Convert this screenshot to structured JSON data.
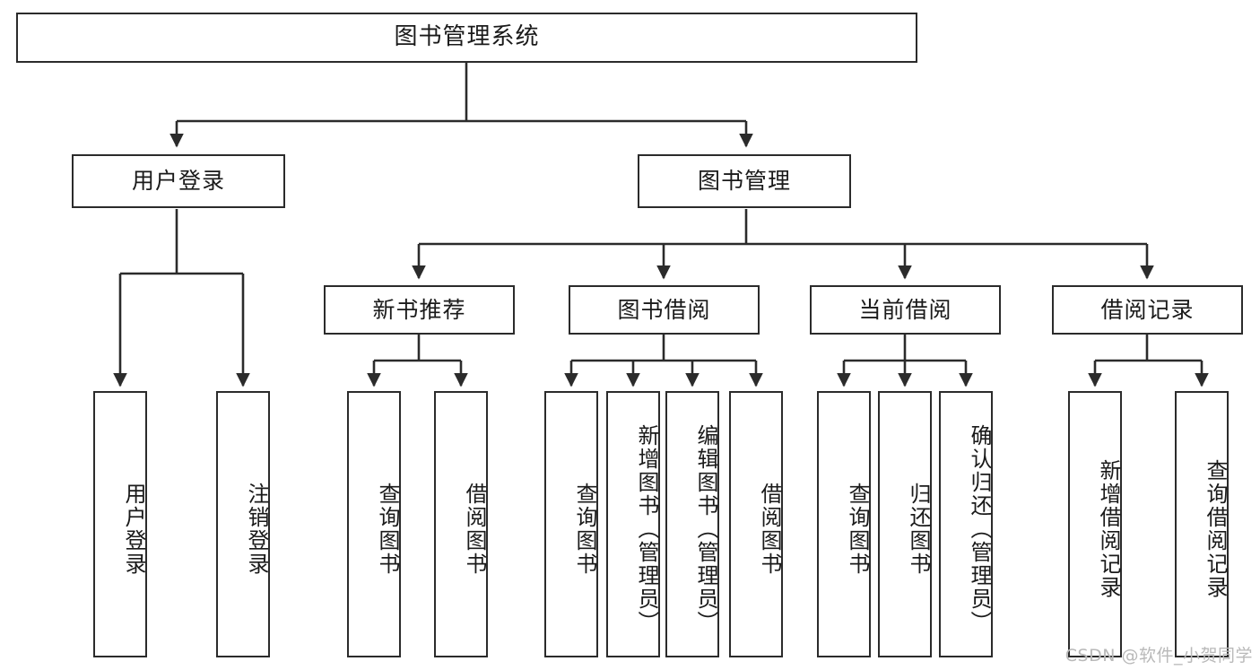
{
  "diagram": {
    "title": "图书管理系统",
    "type": "tree-hierarchy-functional-decomposition",
    "watermark": "CSDN @软件_小贺同学"
  },
  "nodes": {
    "root": {
      "label": "图书管理系统"
    },
    "level1": [
      {
        "id": "user-login",
        "label": "用户登录"
      },
      {
        "id": "book-manage",
        "label": "图书管理"
      }
    ],
    "level2": [
      {
        "id": "new-book-recommend",
        "label": "新书推荐"
      },
      {
        "id": "book-borrow",
        "label": "图书借阅"
      },
      {
        "id": "current-borrow",
        "label": "当前借阅"
      },
      {
        "id": "borrow-record",
        "label": "借阅记录"
      }
    ],
    "leaves": {
      "user_login": [
        {
          "id": "leaf-user-login",
          "label": "用户登录"
        },
        {
          "id": "leaf-user-logout",
          "label": "注销登录"
        }
      ],
      "new_book_recommend": [
        {
          "id": "leaf-query-book-1",
          "label": "查询图书"
        },
        {
          "id": "leaf-borrow-book-1",
          "label": "借阅图书"
        }
      ],
      "book_borrow": [
        {
          "id": "leaf-query-book-2",
          "label": "查询图书"
        },
        {
          "id": "leaf-add-book",
          "label": "新增图书（管理员）"
        },
        {
          "id": "leaf-edit-book",
          "label": "编辑图书（管理员）"
        },
        {
          "id": "leaf-borrow-book-2",
          "label": "借阅图书"
        }
      ],
      "current_borrow": [
        {
          "id": "leaf-query-book-3",
          "label": "查询图书"
        },
        {
          "id": "leaf-return-book",
          "label": "归还图书"
        },
        {
          "id": "leaf-confirm-return",
          "label": "确认归还（管理员）"
        }
      ],
      "borrow_record": [
        {
          "id": "leaf-add-record",
          "label": "新增借阅记录"
        },
        {
          "id": "leaf-query-record",
          "label": "查询借阅记录"
        }
      ]
    }
  },
  "colors": {
    "stroke": "#2b2b2b",
    "fill": "#ffffff",
    "text": "#1a1a1a",
    "watermark": "#b9b9b9"
  }
}
